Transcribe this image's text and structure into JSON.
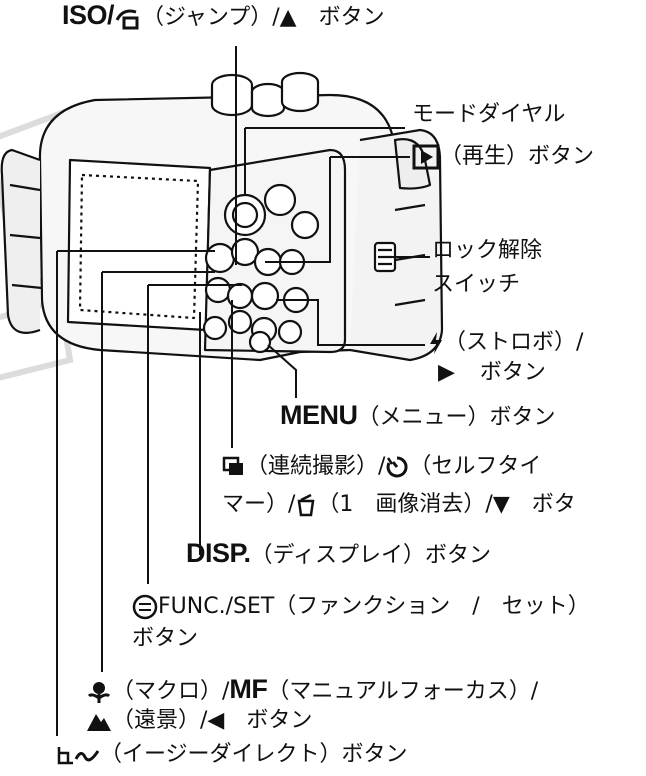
{
  "labels": {
    "iso_prefix": "ISO/",
    "iso_rest": "（ジャンプ）/▲　ボタン",
    "mode_dial": "モードダイヤル",
    "play_rest": "（再生）ボタン",
    "lock_line1": "ロック解除",
    "lock_line2": "スイッチ",
    "flash_line1": "（ストロボ）/",
    "flash_line2_arrow": "▶",
    "flash_line2_text": "ボタン",
    "menu_bold": "MENU",
    "menu_rest": "（メニュー）ボタン",
    "cont_line1": "（連続撮影）/",
    "cont_line1_b": "（セルフタイ",
    "cont_line2_a": "マー）/",
    "cont_line2_b": "（1　画像消去）/▼　ボタ",
    "disp_bold": "DISP.",
    "disp_rest": "（ディスプレイ）ボタン",
    "func_text": "FUNC./SET（ファンクション　/　セット）",
    "func_line2": "ボタン",
    "macro_a": "（マクロ）/",
    "macro_mf": "MF",
    "macro_b": "（マニュアルフォーカス）/",
    "macro_line2_a": "（遠景）/◀　ボタン",
    "easy_text": "（イージーダイレクト）ボタン"
  },
  "icons": [
    "jump-icon",
    "play-icon",
    "flash-icon",
    "continuous-shooting-icon",
    "self-timer-icon",
    "erase-icon",
    "func-set-icon",
    "macro-icon",
    "landscape-icon",
    "easy-direct-icon"
  ],
  "colors": {
    "ink": "#111111",
    "housing": "#f2f2f2",
    "shade": "#d9d9d9"
  }
}
